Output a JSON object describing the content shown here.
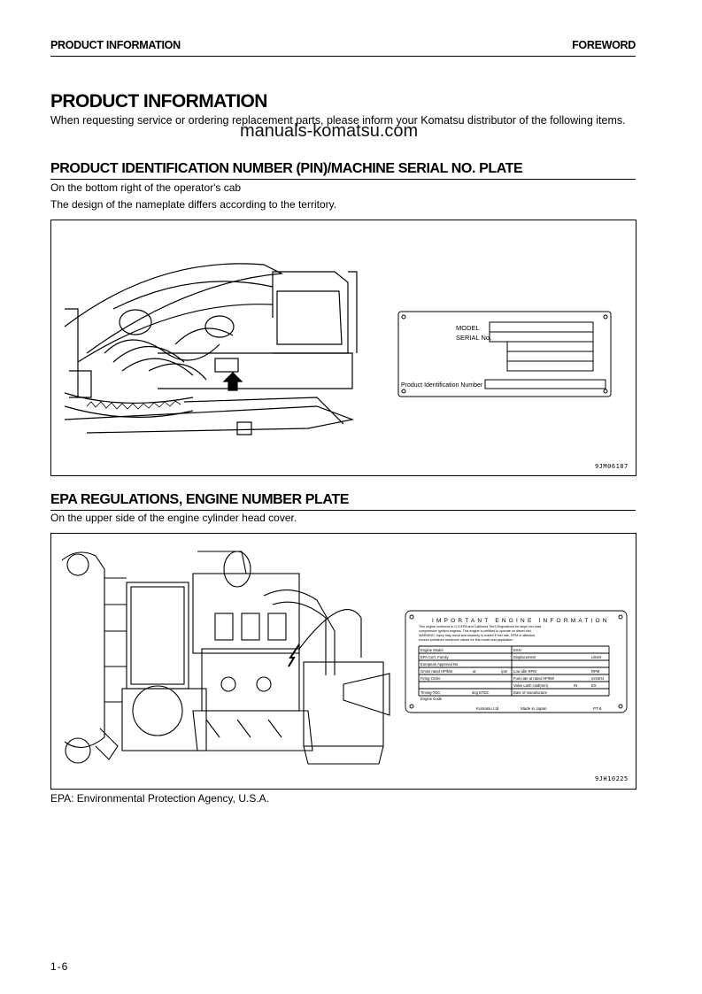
{
  "header": {
    "left": "PRODUCT INFORMATION",
    "right": "FOREWORD"
  },
  "title": "PRODUCT INFORMATION",
  "intro": "When requesting service or ordering replacement parts, please inform your Komatsu distributor of the following items.",
  "watermark": "manuals-komatsu.com",
  "section1": {
    "heading": "PRODUCT IDENTIFICATION NUMBER (PIN)/MACHINE SERIAL NO. PLATE",
    "line1": "On the bottom right of the operator's cab",
    "line2": "The design of the nameplate differs according to the territory.",
    "figure_code": "9JM06187",
    "plate": {
      "model_label": "MODEL",
      "serial_label": "SERIAL No.",
      "pin_label": "Product Identification Number"
    }
  },
  "section2": {
    "heading": "EPA REGULATIONS, ENGINE NUMBER PLATE",
    "line1": "On the upper side of the engine cylinder head cover.",
    "figure_code": "9JH10225",
    "plate": {
      "title": "IMPORTANT ENGINE INFORMATION",
      "notice_1": "This engine conforms to U.S.EPA and California Tier3 Regulations for large non-road",
      "notice_2": "compression ignition engines. This engine is certified to operate on diesel fuel.",
      "notice_3": "WARNING: Injury may result and warranty is voided if fuel rate, RPM or altitudes",
      "notice_4": "exceed published maximum values for this model and application",
      "row_engine_model": "Engine Model",
      "row_esn": "ESN",
      "row_epa_family": "EPA Cert. Family",
      "row_displacement": "Displacement",
      "row_litters": "Litters",
      "row_eu_approval": "European Approval No.",
      "row_gross_power": "Gross rated HP/kW",
      "row_at": "at",
      "row_rpm": "rpm",
      "row_low_idle": "Low idle RPM",
      "row_rpm2": "RPM",
      "row_firing_order": "Firing Order",
      "row_fuel_rate": "Fuel rate at rated HP/kW",
      "row_fuel_unit": "mm3/st",
      "row_valve_lash": "Valve Lash cold(mm)",
      "row_valve_in": "IN",
      "row_valve_ex": "EX",
      "row_timing": "Timing-TDC",
      "row_deg": "deg BTDC",
      "row_date": "Date of manufacture",
      "row_engine_code": "Engine Code",
      "footer_maker": "Komatsu Ltd",
      "footer_made": "Made in Japan",
      "footer_code": "PT-6"
    }
  },
  "footnote": "EPA: Environmental Protection Agency, U.S.A.",
  "page_number": "1-6"
}
